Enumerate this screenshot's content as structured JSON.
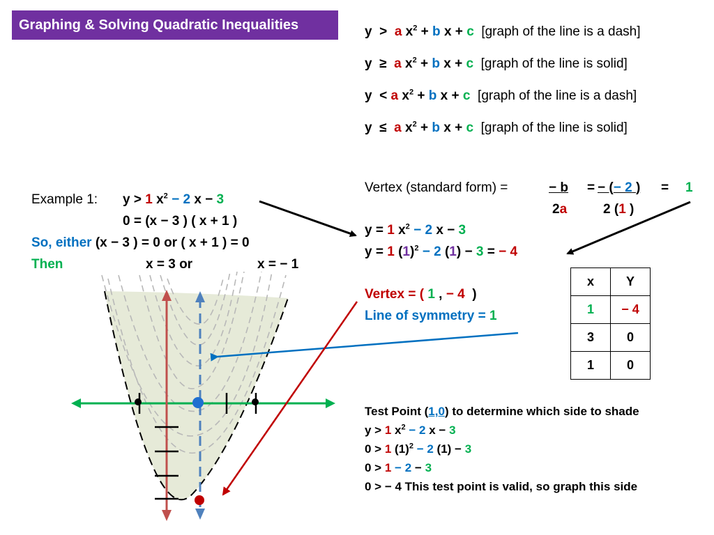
{
  "title": "Graphing & Solving Quadratic Inequalities",
  "inequalities": [
    {
      "y": "y",
      "sym": ">",
      "a": "a",
      "x2": "x",
      "b": "b",
      "x": "x",
      "c": "c",
      "note": "[graph of the line is a dash]"
    },
    {
      "y": "y",
      "sym": "≥",
      "a": "a",
      "x2": "x",
      "b": "b",
      "x": "x",
      "c": "c",
      "note": "[graph of the line is solid]"
    },
    {
      "y": "y",
      "sym": "<",
      "a": "a",
      "x2": "x",
      "b": "b",
      "x": "x",
      "c": "c",
      "note": "[graph of the line is a dash]"
    },
    {
      "y": "y",
      "sym": "≤",
      "a": "a",
      "x2": "x",
      "b": "b",
      "x": "x",
      "c": "c",
      "note": "[graph of the line is solid]"
    }
  ],
  "example": {
    "label": "Example 1:",
    "eq": {
      "lhs": "y  >",
      "a": "1",
      "x2": "x",
      "b": "− 2",
      "x": "x −",
      "c": "3"
    },
    "factored": "0  =  (x − 3 ) ( x + 1 )",
    "so_either": "So, either",
    "so_either_rest": "(x − 3 ) = 0 or  ( x + 1 ) = 0",
    "then": "Then",
    "sol1": "x = 3 or",
    "sol2": "x = − 1"
  },
  "vertex_formula": {
    "label": "Vertex (standard form) =",
    "num": "− b",
    "eq1": "=",
    "num2a": "− (",
    "num2b": "− 2",
    "num2c": ")",
    "eq2": "=",
    "result": "1",
    "den1a": "2",
    "den1b": "a",
    "den2a": "2 (",
    "den2b": "1",
    "den2c": ")"
  },
  "substitution": {
    "line1": {
      "lhs": "y  =",
      "a": "1",
      "x2": "x",
      "b": "− 2",
      "x": "x −",
      "c": "3"
    },
    "line2": {
      "lhs": "y  =",
      "a": "1",
      "p1": "(",
      "v1": "1",
      "p2": ")",
      "b": "− 2",
      "p3": "(",
      "v2": "1",
      "p4": ")",
      "minus": "−",
      "c": "3",
      "eq": "=",
      "res": "− 4"
    }
  },
  "vertex_result": {
    "label": "Vertex  =  (",
    "x": "1",
    "comma": ",",
    "y": "− 4",
    "close": ")",
    "sym_label": "Line of symmetry  =",
    "sym_val": "1"
  },
  "table": {
    "headers": [
      "x",
      "Y"
    ],
    "rows": [
      [
        "1",
        "− 4"
      ],
      [
        "3",
        "0"
      ],
      [
        "1",
        "0"
      ]
    ]
  },
  "test_point": {
    "line0a": "Test Point (",
    "line0b": "1,0",
    "line0c": ") to determine which side to shade",
    "l1": {
      "lhs": "y  >",
      "a": "1",
      "x2": "x",
      "b": "− 2",
      "x": "x −",
      "c": "3"
    },
    "l2": {
      "lhs": "0  >",
      "a": "1",
      "p": "(1)",
      "b": "− 2",
      "m": "(1) −",
      "c": "3"
    },
    "l3": {
      "lhs": "0  >",
      "a": "1",
      "b": "− 2",
      "m": "−",
      "c": "3"
    },
    "l4": "0  > − 4  This test point is valid, so graph this side"
  },
  "colors": {
    "title_bg": "#7030a0",
    "red": "#c00000",
    "blue": "#0070c0",
    "green": "#00b050",
    "purple": "#7030a0",
    "shade": "#e6ead8"
  }
}
